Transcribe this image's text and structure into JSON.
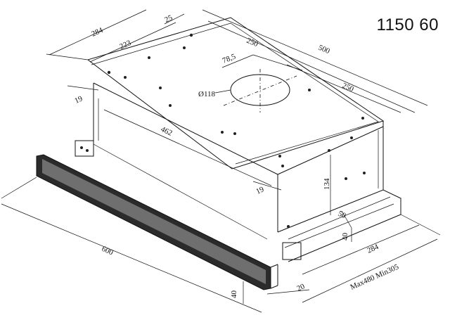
{
  "model_number": "1150 60",
  "dimensions": {
    "top_depth": "284",
    "hole_offset": "223",
    "edge_offset_top": "25",
    "half_width_left": "250",
    "half_width_right": "250",
    "total_width": "500",
    "duct_offset": "78,5",
    "duct_diameter": "Ø118",
    "side_offset_left": "19",
    "side_offset_right": "19",
    "body_width": "462",
    "body_height": "134",
    "front_width": "600",
    "front_height": "40",
    "front_inset": "20",
    "slide_depth": "284",
    "slide_travel": "Max480 Min305",
    "slide_height_a": "50",
    "slide_height_b": "40"
  },
  "icons": [
    "mounting-hole-icon",
    "duct-outlet-icon"
  ]
}
